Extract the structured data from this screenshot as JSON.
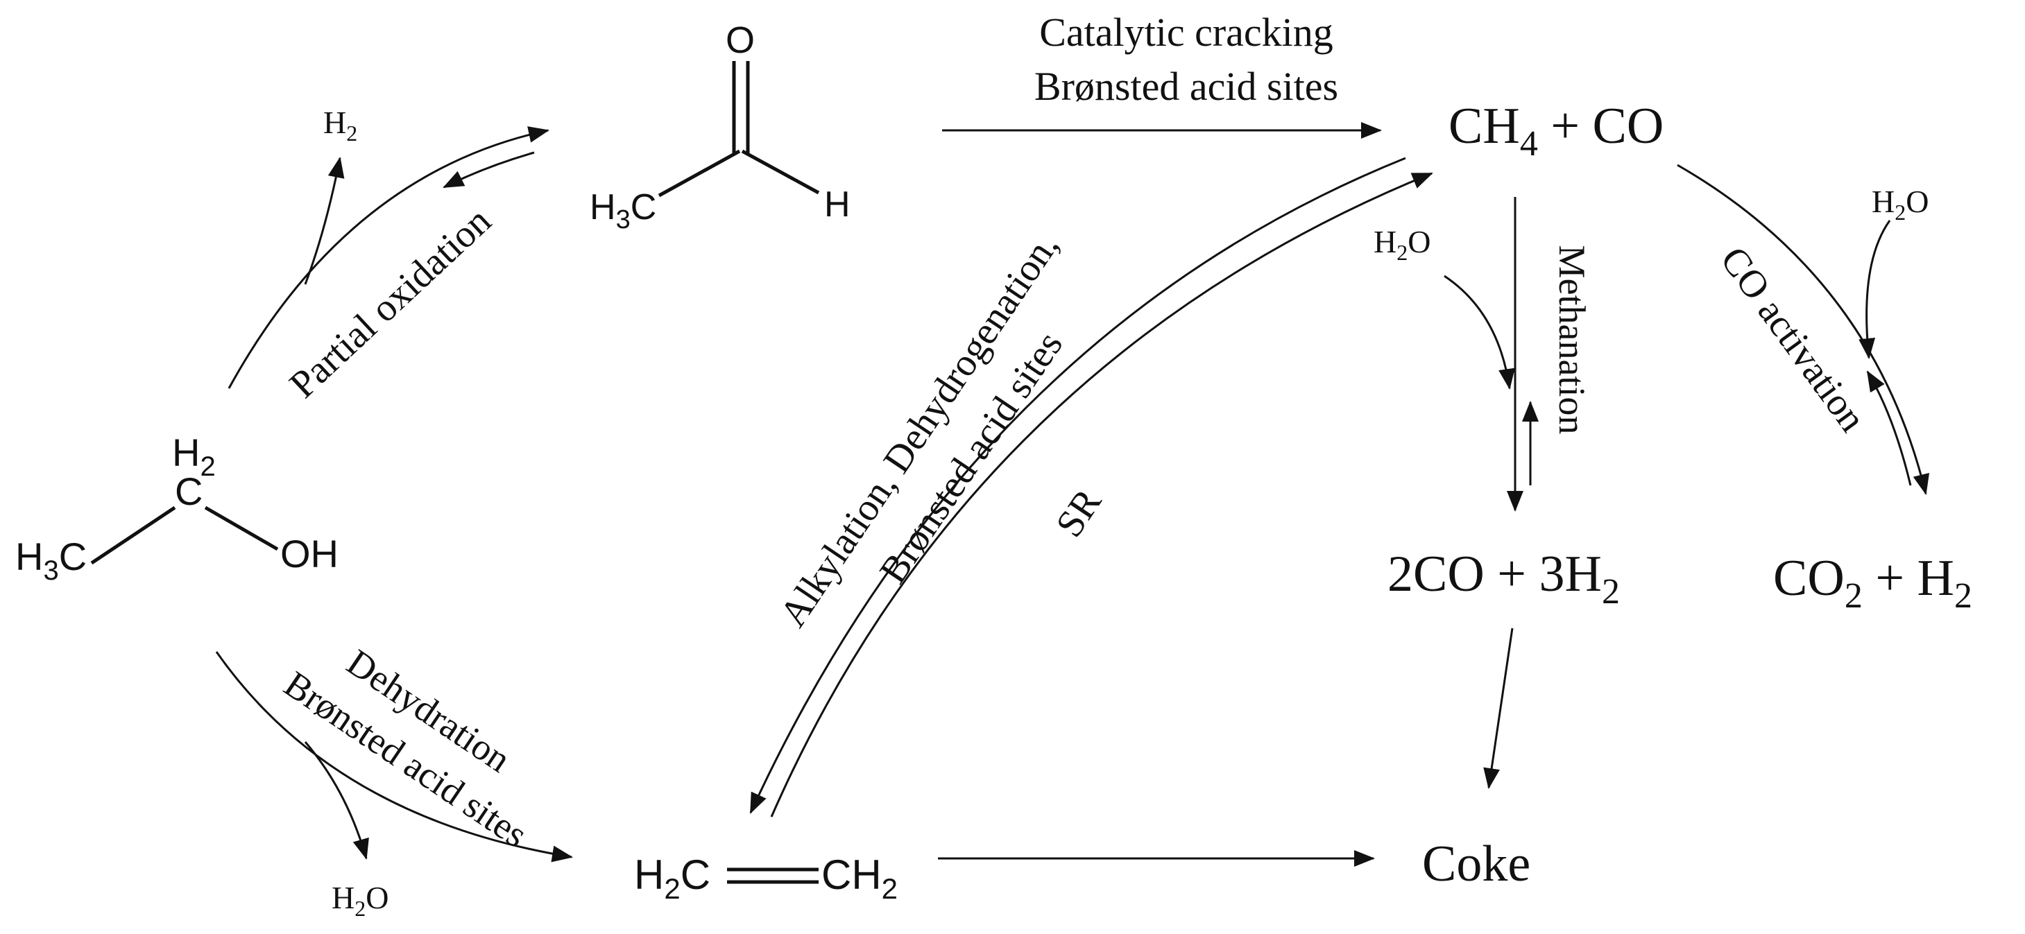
{
  "molecules": {
    "ethanol": {
      "ch2_h": "H",
      "ch2_sub": "2",
      "ch2_c": "C",
      "ch3_h": "H",
      "ch3_sub": "3",
      "ch3_c": "C",
      "oh": "OH"
    },
    "acetaldehyde": {
      "o": "O",
      "ch3_h": "H",
      "ch3_sub": "3",
      "ch3_c": "C",
      "h": "H"
    },
    "ethylene": {
      "left_h": "H",
      "left_sub": "2",
      "left_c": "C",
      "right_c": "CH",
      "right_sub": "2"
    }
  },
  "species": {
    "methane_co": {
      "a": "CH",
      "a_sub": "4",
      "b": " + CO"
    },
    "syngas": {
      "a": "2CO + 3H",
      "a_sub": "2"
    },
    "co2_h2": {
      "a": "CO",
      "a_sub": "2",
      "b": " + H",
      "b_sub": "2"
    },
    "coke": "Coke",
    "h2_out": {
      "a": "H",
      "a_sub": "2"
    },
    "h2o_out": {
      "a": "H",
      "a_sub": "2",
      "b": "O"
    },
    "h2o_in_methanation": {
      "a": "H",
      "a_sub": "2",
      "b": "O"
    },
    "h2o_in_co_activation": {
      "a": "H",
      "a_sub": "2",
      "b": "O"
    }
  },
  "labels": {
    "catalytic_cracking_1": "Catalytic cracking",
    "catalytic_cracking_2": "Brønsted acid sites",
    "partial_oxidation": "Partial oxidation",
    "dehydration_1": "Dehydration",
    "dehydration_2": "Brønsted acid sites",
    "alkylation_1": "Alkylation, Dehydrogenation,",
    "alkylation_2": "Brønsted acid sites",
    "sr": "SR",
    "methanation": "Methanation",
    "co_activation": "CO activation"
  }
}
